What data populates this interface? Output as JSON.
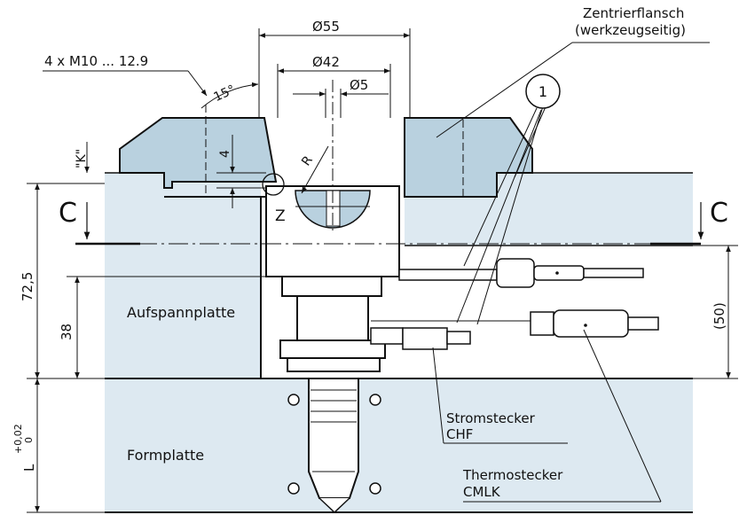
{
  "labels": {
    "flange_line1": "Zentrierflansch",
    "flange_line2": "(werkzeugseitig)",
    "screws": "4 x M10 ... 12.9",
    "angle": "15°",
    "dia_55": "Ø55",
    "dia_42": "Ø42",
    "dia_5": "Ø5",
    "callout_1": "1",
    "dim_4": "4",
    "dim_K": "\"K\"",
    "radius": "R",
    "detail_z": "Z",
    "section_c_left": "C",
    "section_c_right": "C",
    "dim_72_5": "72,5",
    "dim_38": "38",
    "dim_50": "(50)",
    "clamp_plate": "Aufspannplatte",
    "mould_plate": "Formplatte",
    "dim_L": "L",
    "tol_upper": "+0,02",
    "tol_lower": "0",
    "power_plug_line1": "Stromstecker",
    "power_plug_line2": "CHF",
    "thermo_plug_line1": "Thermostecker",
    "thermo_plug_line2": "CMLK"
  },
  "colors": {
    "plate_fill": "#dde9f1",
    "flange_fill": "#b9d1df",
    "line": "#111111"
  }
}
